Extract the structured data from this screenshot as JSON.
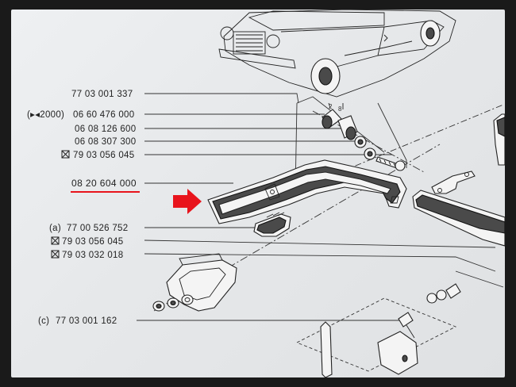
{
  "diagram": {
    "labels": [
      {
        "id": "pn-1",
        "text": "77 03 001 337"
      },
      {
        "id": "pn-2-prefix",
        "text": "(▸◂2000)"
      },
      {
        "id": "pn-2",
        "text": "06 60 476 000"
      },
      {
        "id": "pn-3",
        "text": "06 08 126 600"
      },
      {
        "id": "pn-4",
        "text": "06 08 307 300"
      },
      {
        "id": "pn-5",
        "text": "79 03 056 045"
      },
      {
        "id": "pn-6",
        "text": "08 20 604 000"
      },
      {
        "id": "pn-7-prefix",
        "text": "(a)"
      },
      {
        "id": "pn-7",
        "text": "77 00 526 752"
      },
      {
        "id": "pn-8",
        "text": "79 03 056 045"
      },
      {
        "id": "pn-9",
        "text": "79 03 032 018"
      },
      {
        "id": "pn-10-prefix",
        "text": "(c)"
      },
      {
        "id": "pn-10",
        "text": "77 03 001 162"
      }
    ],
    "dimension_labels": [
      "2",
      "8"
    ],
    "colors": {
      "highlight": "#e8141c",
      "page": "#e8eaec",
      "ink": "#222222"
    },
    "icons": [
      "cross-box-icon",
      "arrow-right-icon"
    ]
  }
}
